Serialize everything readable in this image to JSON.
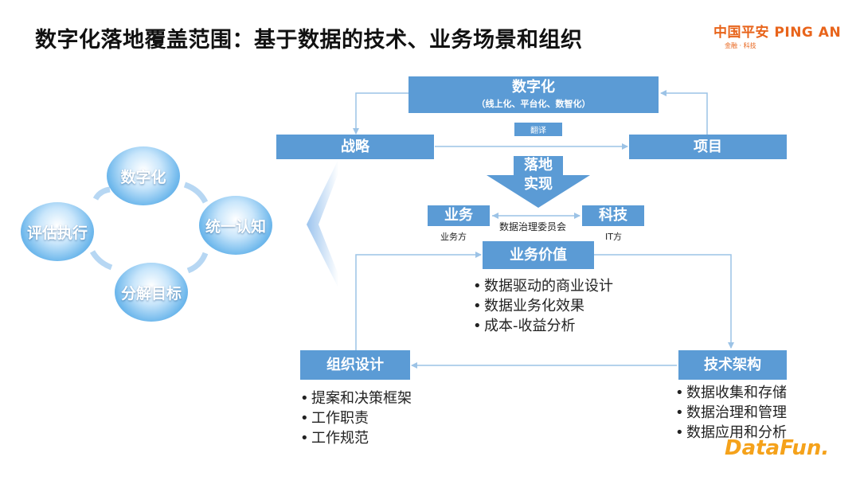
{
  "title": "数字化落地覆盖范围：基于数据的技术、业务场景和组织",
  "logo": {
    "main": "中国平安 PING AN",
    "sub": "金融 · 科技"
  },
  "cycle": {
    "top": "数字化",
    "right": "统一认知",
    "bottom": "分解目标",
    "left": "评估执行"
  },
  "digital": {
    "title": "数字化",
    "subtitle": "（线上化、平台化、数智化）"
  },
  "translate": "翻译",
  "strategy": "战略",
  "project": "项目",
  "landing": {
    "line1": "落地",
    "line2": "实现"
  },
  "business": {
    "box": "业务",
    "label": "业务方"
  },
  "tech": {
    "box": "科技",
    "label": "IT方"
  },
  "committee": "数据治理委员会",
  "value": {
    "title": "业务价值",
    "items": [
      "数据驱动的商业设计",
      "数据业务化效果",
      "成本-收益分析"
    ]
  },
  "org": {
    "title": "组织设计",
    "items": [
      "提案和决策框架",
      "工作职责",
      "工作规范"
    ]
  },
  "arch": {
    "title": "技术架构",
    "items": [
      "数据收集和存储",
      "数据治理和管理",
      "数据应用和分析"
    ]
  },
  "watermark": "DataFun.",
  "colors": {
    "box": "#5b9bd5",
    "arrow": "#9cc3e6",
    "logo": "#e8641b",
    "watermark": "#f5a21b"
  }
}
